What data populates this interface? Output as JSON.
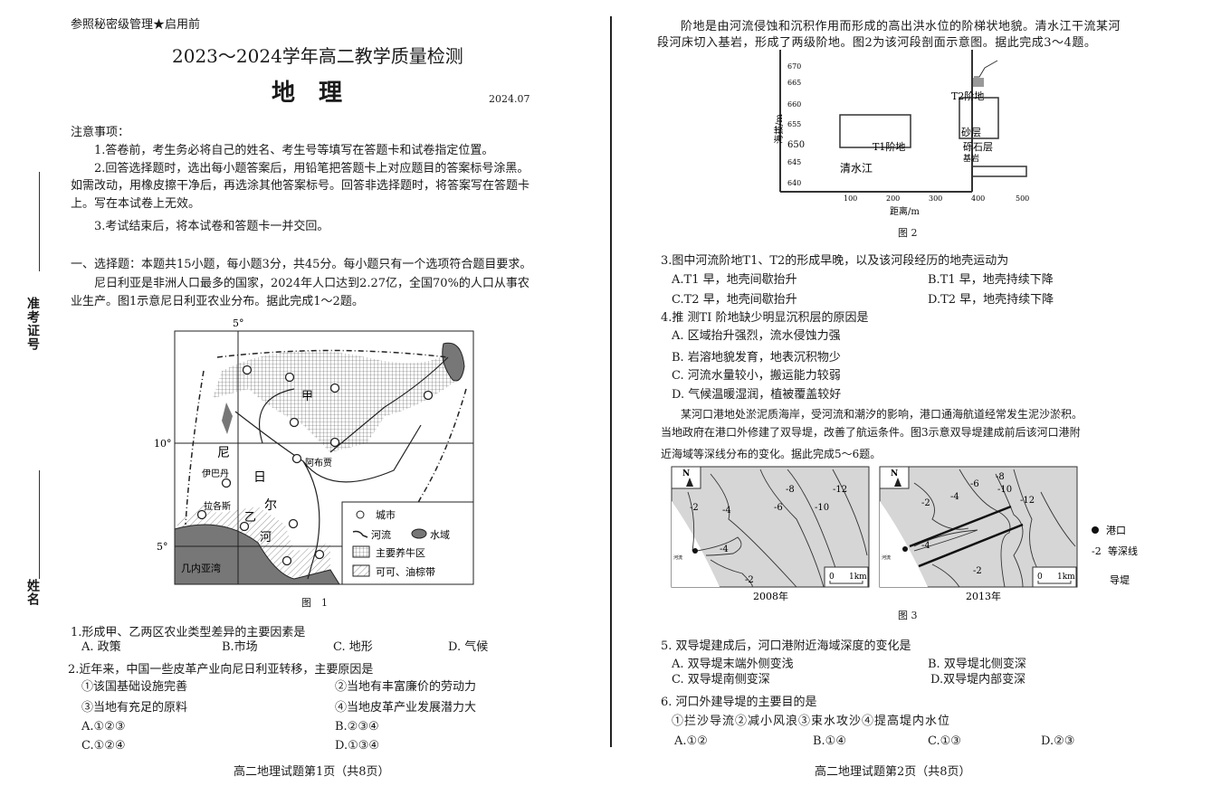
{
  "binding": {
    "exam_id_label": "准考证号",
    "name_label": "姓名"
  },
  "page1": {
    "secret": "参照秘密级管理★启用前",
    "title": "2023～2024学年高二教学质量检测",
    "subject": "地　理",
    "date": "2024.07",
    "notice_title": "注意事项：",
    "notices": [
      "1.答卷前，考生务必将自己的姓名、考生号等填写在答题卡和试卷指定位置。",
      "2.回答选择题时，选出每小题答案后，用铅笔把答题卡上对应题目的答案标号涂黑。",
      "如需改动，用橡皮擦干净后，再选涂其他答案标号。回答非选择题时，将答案写在答题卡",
      "上。写在本试卷上无效。",
      "3.考试结束后，将本试卷和答题卡一并交回。"
    ],
    "section": "一、选择题：本题共15小题，每小题3分，共45分。每小题只有一个选项符合题目要求。",
    "intro": [
      "尼日利亚是非洲人口最多的国家，2024年人口达到2.27亿，全国70%的人口从事农",
      "业生产。图1示意尼日利亚农业分布。据此完成1～2题。"
    ],
    "fig1": {
      "caption": "图　1",
      "lon": "5°",
      "lat10": "10°",
      "lat5": "5°",
      "gulf": "几内亚湾",
      "jia": "甲",
      "yi": "乙",
      "ni": "尼",
      "ri": "日",
      "er": "尔",
      "he": "河",
      "ibadan": "伊巴丹",
      "lagos": "拉各斯",
      "abuja": "阿布贾",
      "legend": {
        "city": "城市",
        "river": "河流",
        "water": "水域",
        "cattle": "主要养牛区",
        "cocoa": "可可、油棕带"
      }
    },
    "q1": {
      "stem": "1.形成甲、乙两区农业类型差异的主要因素是",
      "options": [
        "A. 政策",
        "B.市场",
        "C. 地形",
        "D. 气候"
      ]
    },
    "q2": {
      "stem": "2.近年来，中国一些皮革产业向尼日利亚转移，主要原因是",
      "items": [
        "①该国基础设施完善",
        "②当地有丰富廉价的劳动力",
        "③当地有充足的原料",
        "④当地皮革产业发展潜力大"
      ],
      "options": [
        "A.①②③",
        "B.②③④",
        "C.①②④",
        "D.①③④"
      ]
    },
    "footer": "高二地理试题第1页（共8页）"
  },
  "page2": {
    "intro": [
      "阶地是由河流侵蚀和沉积作用而形成的高出洪水位的阶梯状地貌。清水江干流某河",
      "段河床切入基岩，形成了两级阶地。图2为该河段剖面示意图。据此完成3～4题。"
    ],
    "fig2": {
      "caption": "图 2",
      "ylabel": "海拔/m",
      "xlabel": "距离/m",
      "yticks": [
        "670",
        "665",
        "660",
        "655",
        "650",
        "645",
        "640"
      ],
      "xticks": [
        "100",
        "200",
        "300",
        "400",
        "500"
      ],
      "t1": "T1阶地",
      "t2": "T2阶地",
      "river": "清水江",
      "sand": "砂层",
      "gravel": "砾石层",
      "bedrock": "基岩"
    },
    "q3": {
      "stem": "3.图中河流阶地T1、T2的形成早晚，以及该河段经历的地壳运动为",
      "options": [
        "A.T1  早，地壳间歇抬升",
        "B.T1 早，地壳持续下降",
        "C.T2 早，地壳间歇抬升",
        "D.T2 早，地壳持续下降"
      ]
    },
    "q4": {
      "stem": "4.推 测TI 阶地缺少明显沉积层的原因是",
      "options": [
        "A. 区域抬升强烈，流水侵蚀力强",
        "B. 岩溶地貌发育，地表沉积物少",
        "C. 河流水量较小，搬运能力较弱",
        "D. 气候温暖湿润，植被覆盖较好"
      ]
    },
    "intro2": [
      "某河口港地处淤泥质海岸，受河流和潮汐的影响，港口通海航道经常发生泥沙淤积。",
      "当地政府在港口外修建了双导堤，改善了航运条件。图3示意双导堤建成前后该河口港附",
      "近海域等深线分布的变化。据此完成5～6题。"
    ],
    "fig3": {
      "caption": "图 3",
      "year1": "2008年",
      "year2": "2013年",
      "north": "N",
      "scale0": "0",
      "scale1": "1km",
      "river": "河流",
      "labels1": [
        "-2",
        "-4",
        "-6",
        "-8",
        "-10",
        "-12",
        "-4",
        "-2"
      ],
      "labels2": [
        "-2",
        "-4",
        "-6",
        "-8",
        "-10",
        "-12",
        "-4",
        "-2"
      ],
      "legend": {
        "port": "港口",
        "isobath_num": "-2",
        "isobath": "等深线",
        "jetty": "导堤"
      }
    },
    "q5": {
      "stem": "5. 双导堤建成后，河口港附近海域深度的变化是",
      "options": [
        "A. 双导堤末端外侧变浅",
        "B. 双导堤北侧变深",
        "C. 双导堤南侧变深",
        "D.双导堤内部变深"
      ]
    },
    "q6": {
      "stem": "6. 河口外建导堤的主要目的是",
      "items": "①拦沙导流②减小风浪③束水攻沙④提高堤内水位",
      "options": [
        "A.①②",
        "B.①④",
        "C.①③",
        "D.②③"
      ]
    },
    "footer": "高二地理试题第2页（共8页）"
  }
}
